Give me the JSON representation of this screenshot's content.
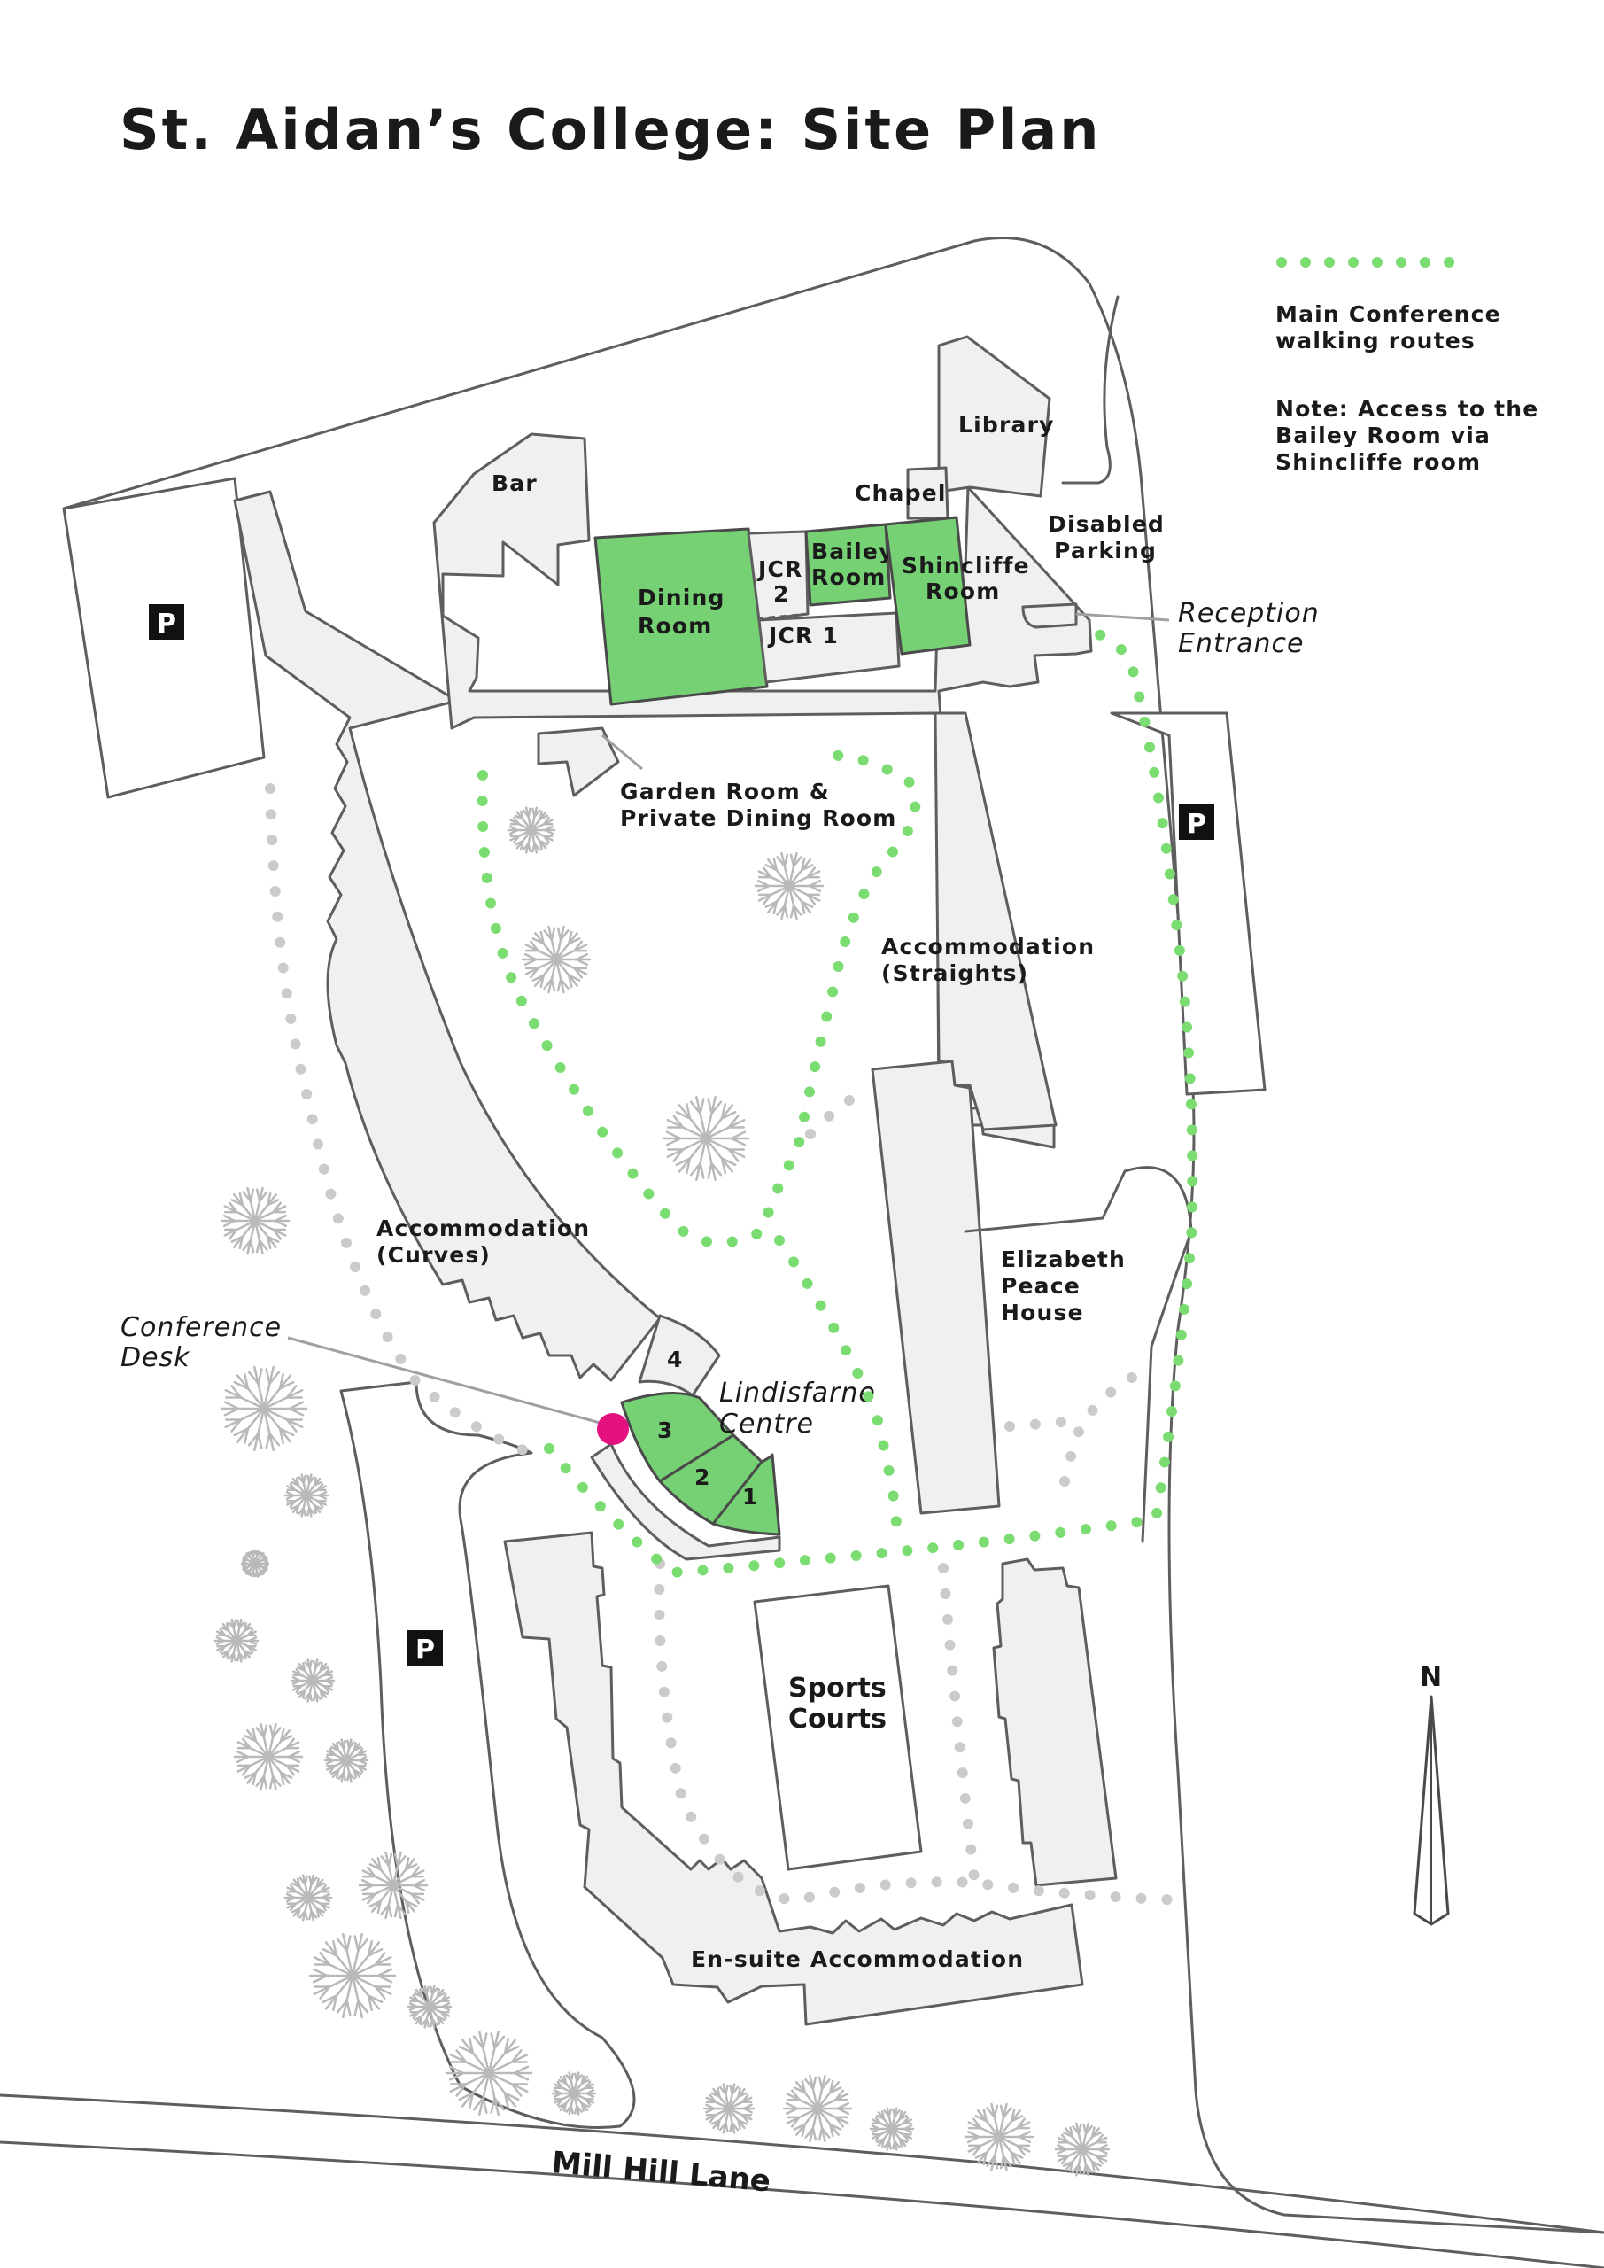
{
  "title": "St. Aidan’s College: Site Plan",
  "legend": {
    "route_label_line1": "Main Conference",
    "route_label_line2": "walking routes",
    "note_line1": "Note: Access to the",
    "note_line2": "Bailey Room via",
    "note_line3": "Shincliffe room",
    "route_color": "#7bdc72",
    "secondary_route_color": "#cbcbcb"
  },
  "labels": {
    "bar": "Bar",
    "library": "Library",
    "chapel": "Chapel",
    "disabled_parking_1": "Disabled",
    "disabled_parking_2": "Parking",
    "dining_room_1": "Dining",
    "dining_room_2": "Room",
    "jcr2_1": "JCR",
    "jcr2_2": "2",
    "jcr1": "JCR 1",
    "bailey_1": "Bailey",
    "bailey_2": "Room",
    "shincliffe_1": "Shincliffe",
    "shincliffe_2": "Room",
    "reception_1": "Reception",
    "reception_2": "Entrance",
    "garden_room_1": "Garden Room &",
    "garden_room_2": "Private Dining Room",
    "straights_1": "Accommodation",
    "straights_2": "(Straights)",
    "curves_1": "Accommodation",
    "curves_2": "(Curves)",
    "elizabeth_1": "Elizabeth",
    "elizabeth_2": "Peace",
    "elizabeth_3": "House",
    "conference_desk_1": "Conference",
    "conference_desk_2": "Desk",
    "lindisfarne_1": "Lindisfarne",
    "lindisfarne_2": "Centre",
    "room_1": "1",
    "room_2": "2",
    "room_3": "3",
    "room_4": "4",
    "sports_1": "Sports",
    "sports_2": "Courts",
    "ensuite": "En-suite Accommodation",
    "road": "Mill Hill Lane",
    "north": "N",
    "parking": "P"
  },
  "colors": {
    "conference_room_fill": "#76d175",
    "building_fill": "#f0f0f0",
    "conference_desk_marker": "#e3127f"
  },
  "icons": [
    "parking-icon",
    "north-arrow-icon",
    "tree-icon",
    "conference-desk-marker"
  ]
}
